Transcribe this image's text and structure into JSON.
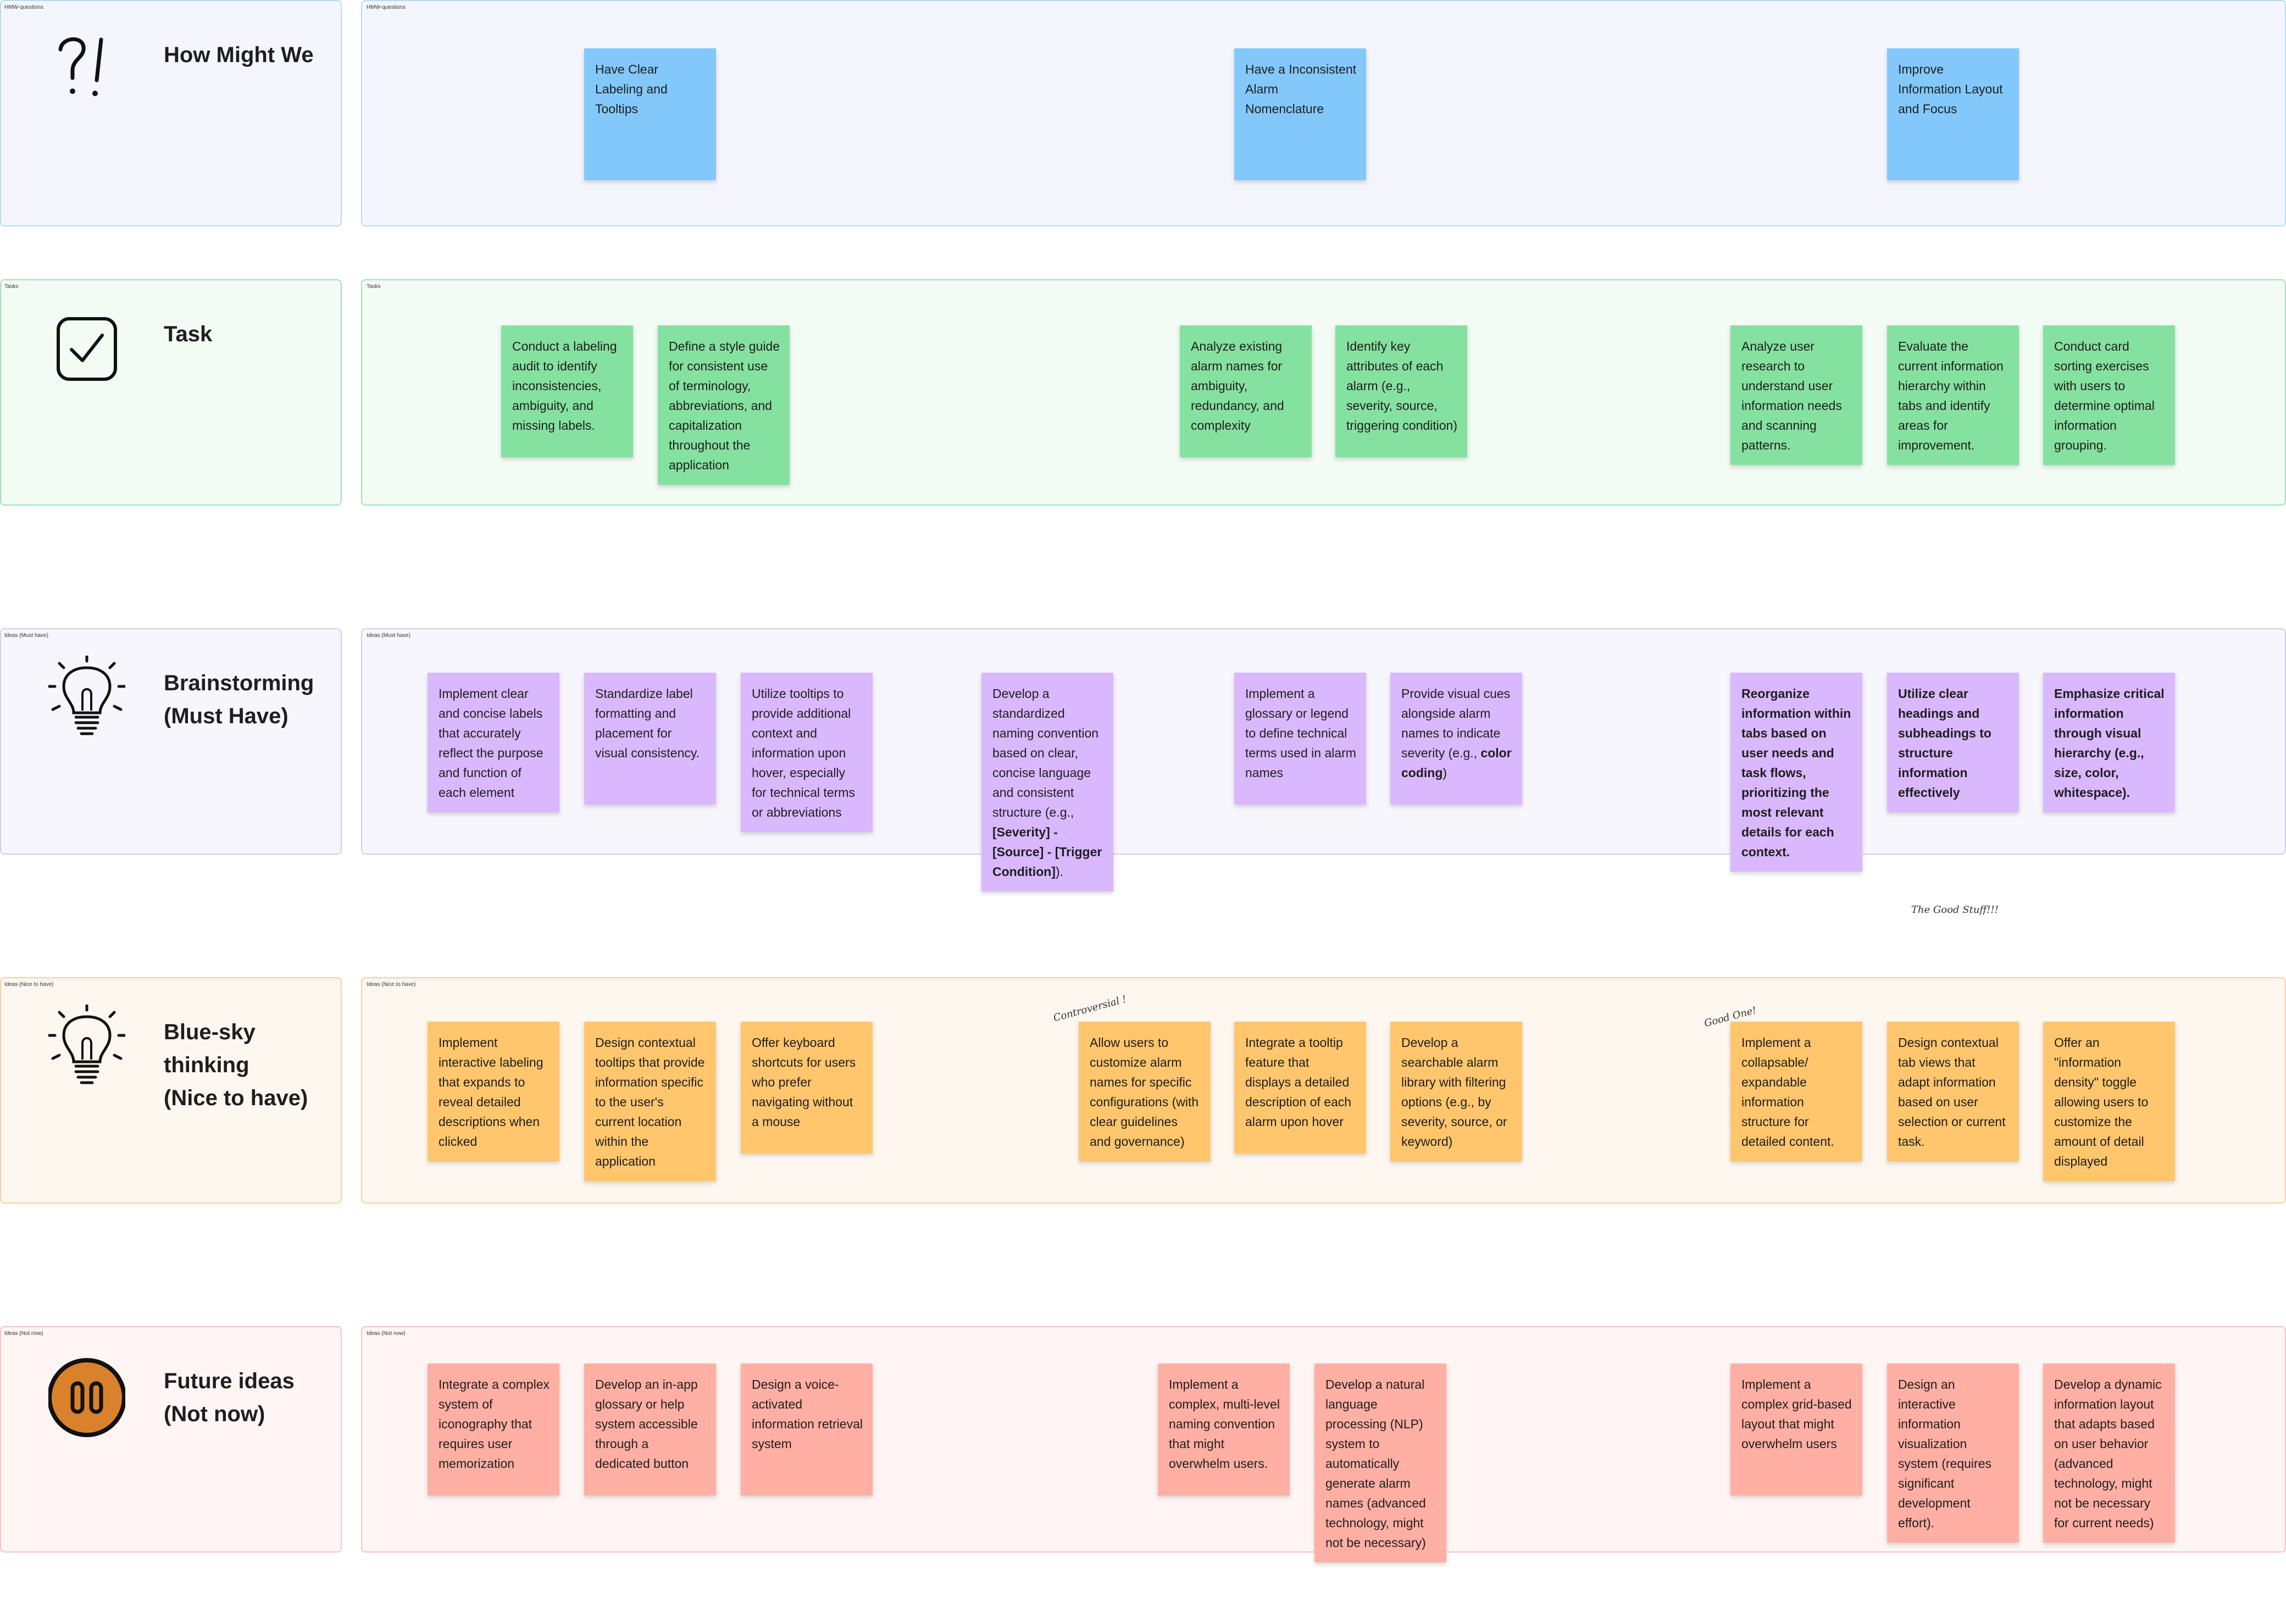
{
  "rows": [
    {
      "label_left": "HMW-questions",
      "label_right": "HMW-questions",
      "title_lines": [
        "How Might We"
      ],
      "icon": "question-exclamation-icon",
      "colors": {
        "bg": "#f5f6fd",
        "border": "#b7dcf2",
        "sticky": "#83c8fb"
      },
      "stickies": [
        {
          "text": "Have Clear Labeling and Tooltips"
        },
        {
          "text": "Have a Inconsistent Alarm Nomenclature"
        },
        {
          "text": "Improve Information Layout and Focus"
        }
      ]
    },
    {
      "label_left": "Tasks",
      "label_right": "Tasks",
      "title_lines": [
        "Task"
      ],
      "icon": "checkbox-icon",
      "colors": {
        "bg": "#f2fbf4",
        "border": "#a3e0b5",
        "sticky": "#85e19f"
      },
      "stickies": [
        {
          "text": "Conduct a labeling audit to identify inconsistencies, ambiguity, and missing labels."
        },
        {
          "text": "Define a style guide for consistent use of terminology, abbreviations, and capitalization throughout the application"
        },
        {
          "text": "Analyze existing alarm names for ambiguity, redundancy, and complexity"
        },
        {
          "text": "Identify key attributes of each alarm (e.g., severity, source, triggering condition)"
        },
        {
          "text": "Analyze user research to understand user information needs and scanning patterns."
        },
        {
          "text": "Evaluate the current information hierarchy within tabs and identify areas for improvement."
        },
        {
          "text": "Conduct card sorting exercises with users to determine optimal information grouping."
        }
      ]
    },
    {
      "label_left": "Ideas (Must have)",
      "label_right": "Ideas (Must have)",
      "title_lines": [
        "Brainstorming",
        "(Must Have)"
      ],
      "icon": "lightbulb-icon",
      "colors": {
        "bg": "#f8f6fd",
        "border": "#d4cdef",
        "sticky": "#d9b8fd"
      },
      "stickies": [
        {
          "text": "Implement clear and concise labels that accurately reflect the purpose and function of each element"
        },
        {
          "text": "Standardize label formatting and placement for visual consistency."
        },
        {
          "text": "Utilize tooltips to provide additional context and information upon hover, especially for technical terms or abbreviations"
        },
        {
          "segments": [
            {
              "t": "Develop a standardized naming convention based on clear, concise language and consistent structure (e.g., ",
              "b": false
            },
            {
              "t": "[Severity] - [Source] - [Trigger Condition]",
              "b": true
            },
            {
              "t": ").",
              "b": false
            }
          ]
        },
        {
          "text": "Implement a glossary or legend to define technical terms used in alarm names"
        },
        {
          "segments": [
            {
              "t": "Provide visual cues alongside alarm names to indicate severity (e.g., ",
              "b": false
            },
            {
              "t": "color coding",
              "b": true
            },
            {
              "t": ")",
              "b": false
            }
          ]
        },
        {
          "text": "Reorganize information within tabs based on user needs and task flows, prioritizing the most relevant details for each context.",
          "bold": true
        },
        {
          "text": "Utilize clear headings and subheadings to structure information effectively",
          "bold": true
        },
        {
          "text": "Emphasize critical information through visual hierarchy (e.g., size, color, whitespace).",
          "bold": true
        }
      ],
      "annotation": "The Good Stuff!!!"
    },
    {
      "label_left": "Ideas (Nice to have)",
      "label_right": "Ideas (Nice to have)",
      "title_lines": [
        "Blue-sky",
        "thinking",
        "(Nice to have)"
      ],
      "icon": "lightbulb-icon",
      "colors": {
        "bg": "#fef7f0",
        "border": "#f8cfa2",
        "sticky": "#ffc66d"
      },
      "stickies": [
        {
          "text": "Implement interactive labeling that expands to reveal detailed descriptions when clicked"
        },
        {
          "text": "Design contextual tooltips that provide information specific to the user's current location within the application"
        },
        {
          "text": "Offer keyboard shortcuts for users who prefer navigating without a mouse"
        },
        {
          "text": "Allow users to customize alarm names for specific configurations (with clear guidelines and governance)"
        },
        {
          "text": "Integrate a tooltip feature that displays a detailed description of each alarm upon hover"
        },
        {
          "text": "Develop a searchable alarm library with filtering options (e.g., by severity, source, or keyword)"
        },
        {
          "text": "Implement a collapsable/ expandable information structure for detailed content."
        },
        {
          "text": "Design contextual tab views that adapt information based on user selection or current task."
        },
        {
          "text": "Offer an \"information density\" toggle allowing users to customize the amount of detail displayed"
        }
      ],
      "annotation_1": "Controversial !",
      "annotation_2": "Good One!"
    },
    {
      "label_left": "Ideas (Not now)",
      "label_right": "Ideas (Not now)",
      "title_lines": [
        "Future ideas",
        "(Not now)"
      ],
      "icon": "pause-icon",
      "colors": {
        "bg": "#fef5f4",
        "border": "#f4c6c0",
        "sticky": "#ffafa3"
      },
      "stickies": [
        {
          "text": "Integrate a complex system of iconography that requires user memorization"
        },
        {
          "text": "Develop an in-app glossary or help system accessible through a dedicated button"
        },
        {
          "text": "Design a voice-activated information retrieval system"
        },
        {
          "text": "Implement a complex, multi-level naming convention that might overwhelm users."
        },
        {
          "text": "Develop a natural language processing (NLP) system to automatically generate alarm names (advanced technology, might not be necessary)"
        },
        {
          "text": "Implement a complex grid-based layout that might overwhelm users"
        },
        {
          "text": "Design an interactive information visualization system (requires significant development effort)."
        },
        {
          "text": "Develop a dynamic information layout that adapts based on user behavior (advanced technology, might not be necessary for current needs)"
        }
      ]
    }
  ]
}
